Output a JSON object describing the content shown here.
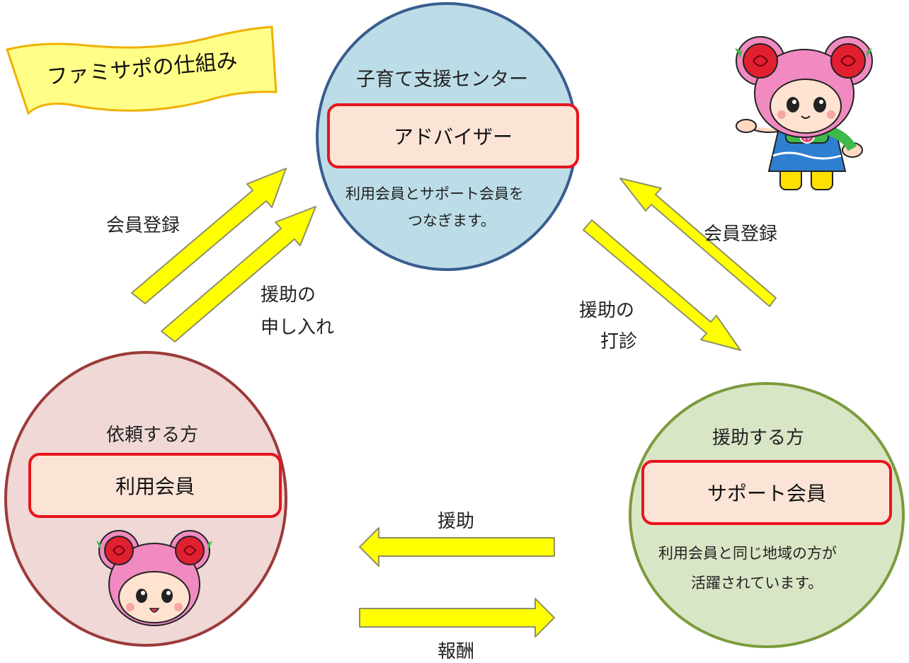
{
  "title": "ファミサポの仕組み",
  "center": {
    "heading": "子育て支援センター",
    "role": "アドバイザー",
    "desc_line1": "利用会員とサポート会員を",
    "desc_line2": "つなぎます。"
  },
  "left": {
    "heading": "依頼する方",
    "role": "利用会員"
  },
  "right": {
    "heading": "援助する方",
    "role": "サポート会員",
    "desc_line1": "利用会員と同じ地域の方が",
    "desc_line2": "活躍されています。"
  },
  "arrows": {
    "left_register": "会員登録",
    "request_line1": "援助の",
    "request_line2": "申し入れ",
    "right_register": "会員登録",
    "sound_out_line1": "援助の",
    "sound_out_line2": "打診",
    "help": "援助",
    "reward": "報酬"
  },
  "mascot_badge": "神",
  "colors": {
    "center_fill": "#bcdde8",
    "center_border": "#3a5d8f",
    "left_fill": "#efd8d6",
    "left_border": "#9b3b3a",
    "right_fill": "#d9e6c6",
    "right_border": "#7c9b3d",
    "role_box_fill": "#fbe4d6",
    "role_box_border": "#e8141c",
    "arrow_fill": "#ffff00",
    "arrow_border": "#8f8f6a",
    "banner_fill": "#ffff88",
    "banner_border": "#f0b000"
  }
}
